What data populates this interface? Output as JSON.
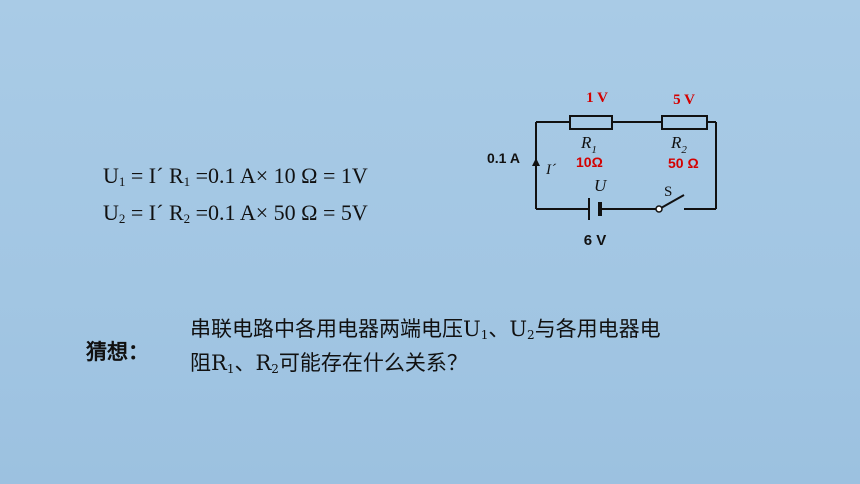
{
  "equations": {
    "line1": {
      "u": "U",
      "u_sub": "1",
      "mid": " = I´ R",
      "r_sub": "1",
      "rest": " =0.1 A× 10 Ω = 1V"
    },
    "line2": {
      "u": "U",
      "u_sub": "2",
      "mid": " = I´ R",
      "r_sub": "2",
      "rest": " =0.1 A× 50 Ω = 5V"
    }
  },
  "circuit": {
    "v1": "1 V",
    "v2": "5 V",
    "current": "0.1 A",
    "i_symbol": "I´",
    "r1": "R",
    "r1_sub": "1",
    "r1_value": "10Ω",
    "r2": "R",
    "r2_sub": "2",
    "r2_value": "50 Ω",
    "source": "U",
    "source_value": "6 V",
    "switch": "S"
  },
  "guess": {
    "label": "猜想：",
    "t1": "串联电路中各用电器两端电压U",
    "s1": "1",
    "t2": "、U",
    "s2": "2",
    "t3": "与各用电器电阻R",
    "s3": "1",
    "t4": "、R",
    "s4": "2",
    "t5": "可能存在什么关系？"
  }
}
